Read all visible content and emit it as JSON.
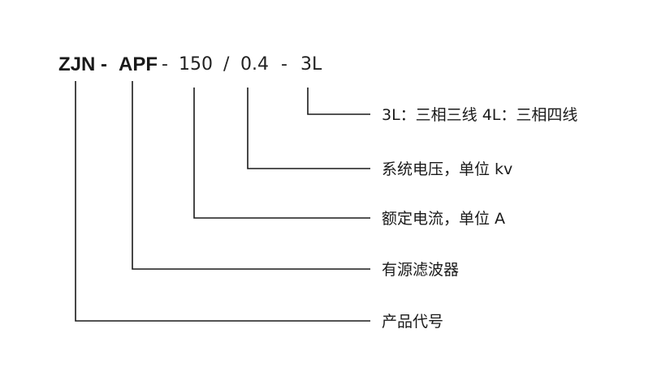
{
  "code": {
    "prefix": "ZJN",
    "dash1": "-",
    "type": "APF",
    "dash2": "-",
    "current": "150",
    "slash": "/",
    "voltage": "0.4",
    "dash3": "-",
    "wiring": "3L"
  },
  "legend": {
    "wiring": "3L：三相三线   4L：三相四线",
    "voltage": "系统电压，单位 kv",
    "current": "额定电流，单位 A",
    "type": "有源滤波器",
    "prefix": "产品代号"
  }
}
